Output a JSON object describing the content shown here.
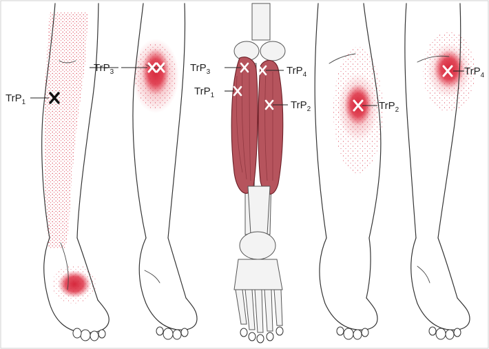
{
  "colors": {
    "referral_red": "#d6283c",
    "muscle_red": "#b6545d",
    "outline": "#333333"
  },
  "labels": {
    "trp_prefix": "TrP",
    "sub_1": "1",
    "sub_2": "2",
    "sub_3": "3",
    "sub_4": "4"
  }
}
